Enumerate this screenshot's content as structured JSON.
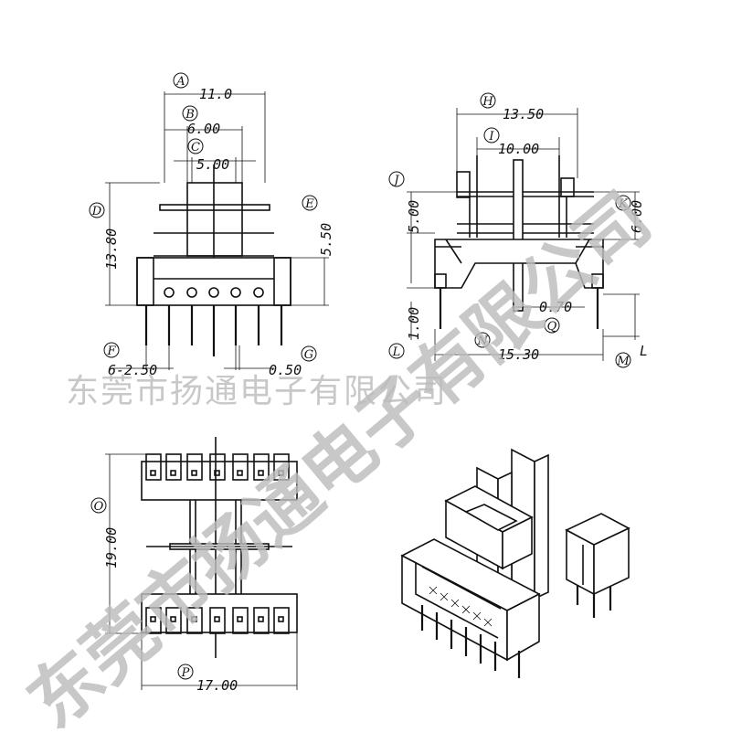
{
  "watermark": {
    "horizontal": "东莞市扬通电子有限公司",
    "diagonal": "东莞市扬通电子有限公司"
  },
  "front_view": {
    "A": {
      "letter": "A",
      "value": "11.0"
    },
    "B": {
      "letter": "B",
      "value": "6.00"
    },
    "C": {
      "letter": "C",
      "value": "5.00"
    },
    "D": {
      "letter": "D",
      "value": "13.80"
    },
    "E": {
      "letter": "E",
      "value": "5.50"
    },
    "F": {
      "letter": "F",
      "value": "6-2.50"
    },
    "G": {
      "letter": "G",
      "value": "0.50"
    }
  },
  "side_view": {
    "H": {
      "letter": "H",
      "value": "13.50"
    },
    "I": {
      "letter": "I",
      "value": "10.00"
    },
    "J": {
      "letter": "J",
      "value": "5.00"
    },
    "K": {
      "letter": "K",
      "value": "6.00"
    },
    "L": {
      "letter": "L",
      "value": "1.00"
    },
    "M": {
      "letter": "M",
      "value": "L"
    },
    "N": {
      "letter": "N",
      "value": "15.30"
    },
    "Q": {
      "letter": "Q",
      "value": "0.70"
    }
  },
  "bottom_view": {
    "O": {
      "letter": "O",
      "value": "19.00"
    },
    "P": {
      "letter": "P",
      "value": "17.00"
    }
  }
}
